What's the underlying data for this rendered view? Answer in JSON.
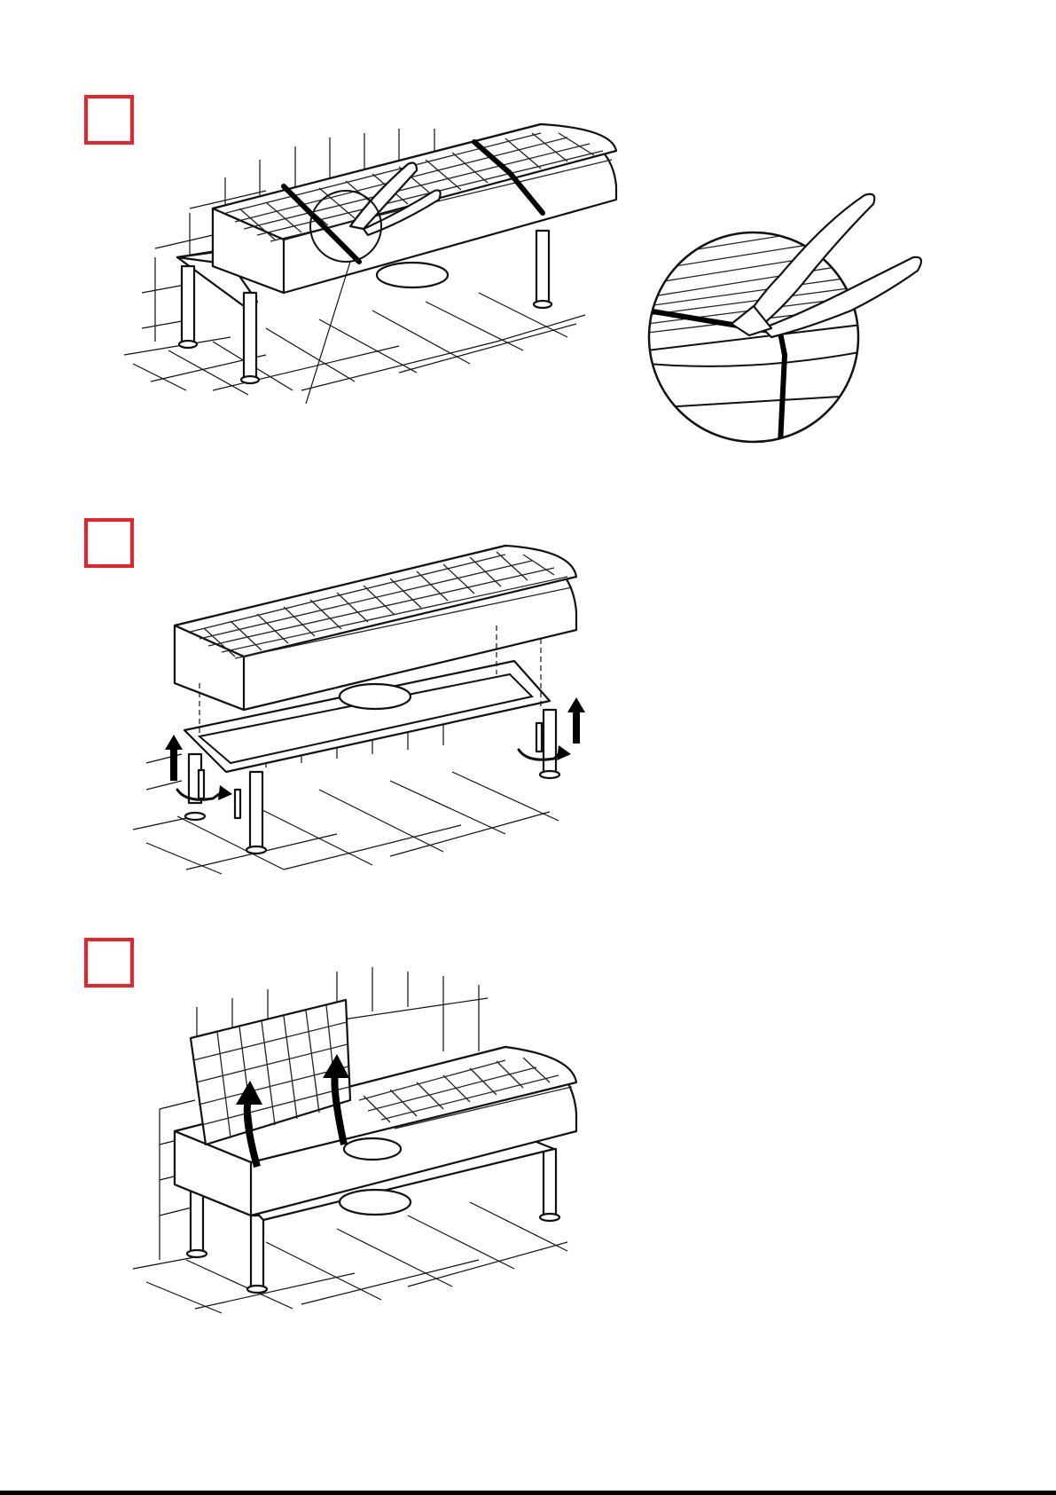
{
  "steps": [
    {
      "id": "step-1",
      "label": ""
    },
    {
      "id": "step-2",
      "label": ""
    },
    {
      "id": "step-3",
      "label": ""
    }
  ],
  "colors": {
    "step_box": "#e8232a",
    "line": "#111111",
    "background": "#ffffff"
  },
  "icons": [
    "side-cutter-pliers-icon",
    "lift-arrow-icon",
    "rotate-arrow-icon",
    "hinge-lift-arrow-icon"
  ]
}
